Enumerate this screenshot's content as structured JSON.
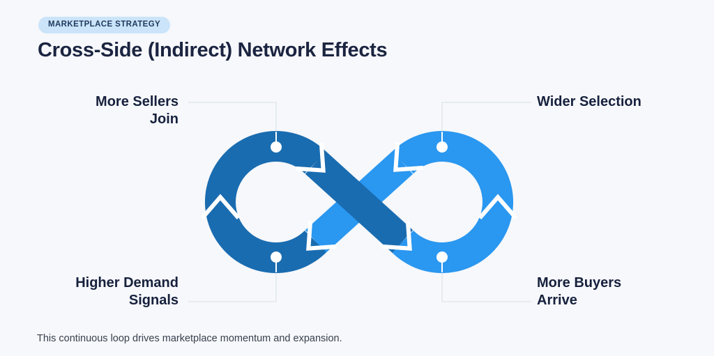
{
  "badge": {
    "label": "MARKETPLACE STRATEGY"
  },
  "title": "Cross-Side (Indirect) Network Effects",
  "diagram": {
    "type": "infinity-loop-cycle",
    "nodes": [
      {
        "id": "more-sellers-join",
        "label": "More Sellers Join",
        "position": "top-left",
        "loop": "left"
      },
      {
        "id": "wider-selection",
        "label": "Wider Selection",
        "position": "top-right",
        "loop": "right"
      },
      {
        "id": "higher-demand-signals",
        "label": "Higher Demand Signals",
        "position": "bottom-left",
        "loop": "left"
      },
      {
        "id": "more-buyers-arrive",
        "label": "More Buyers Arrive",
        "position": "bottom-right",
        "loop": "right"
      }
    ],
    "flow": "continuous loop: left loop clockwise, right loop counterclockwise, crossing in center",
    "colors": {
      "left_loop": "#1a6cb0",
      "right_loop": "#2a97f0",
      "gap": "#ffffff",
      "dot": "#ffffff",
      "connector": "#e2e7ee",
      "background": "#f6f8fb"
    }
  },
  "footer": {
    "caption": "This continuous loop drives marketplace momentum and expansion."
  }
}
